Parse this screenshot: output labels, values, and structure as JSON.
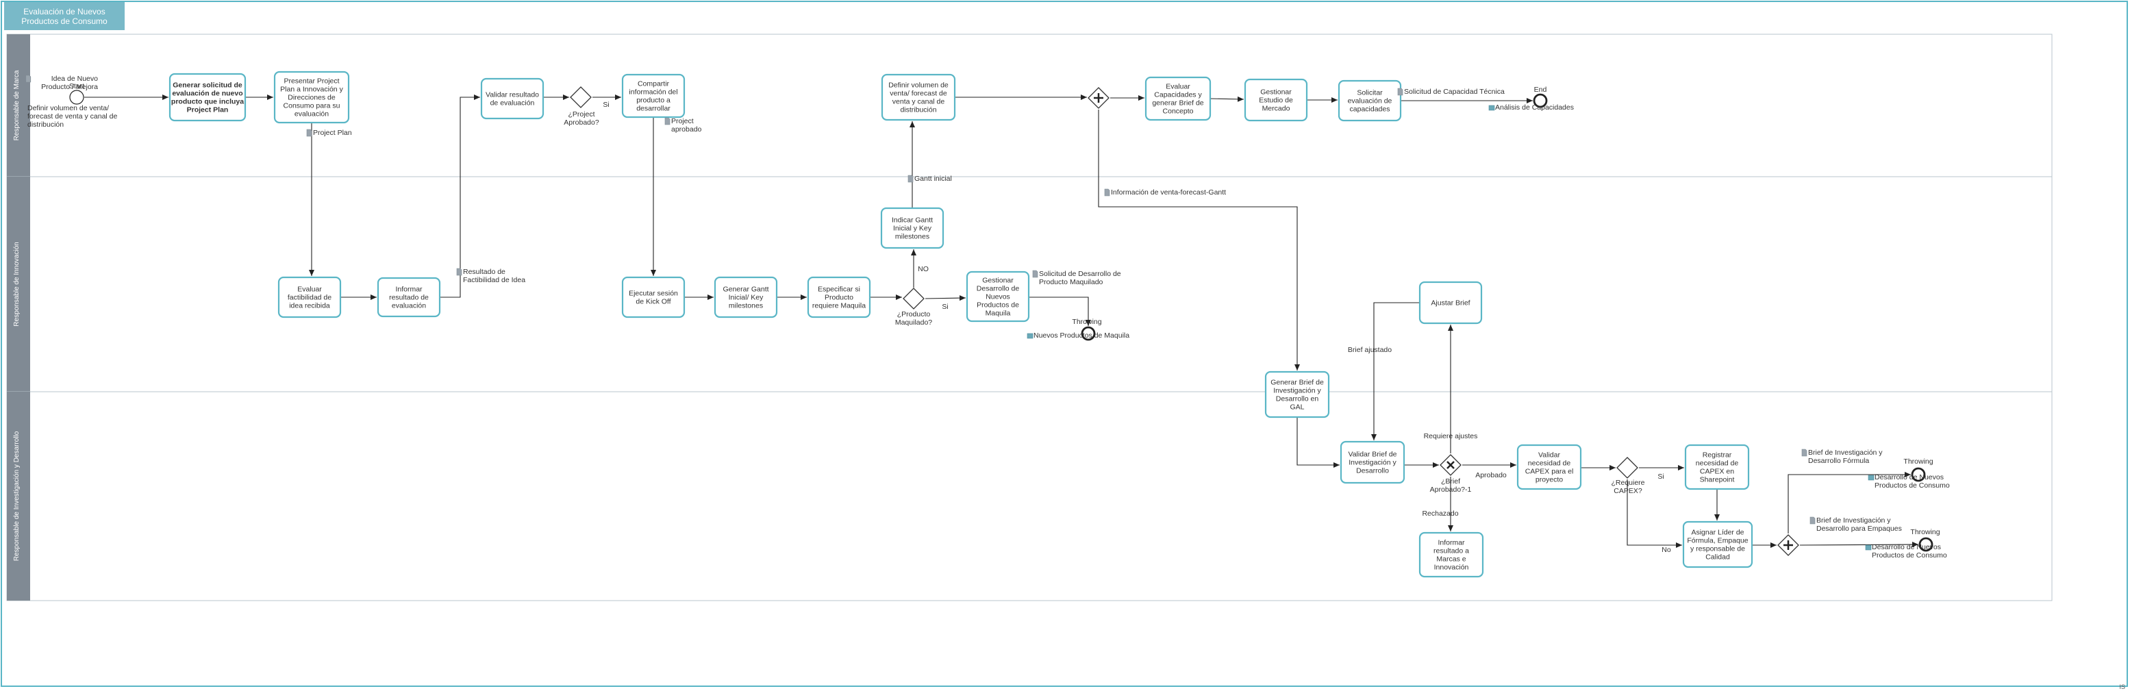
{
  "process": {
    "title": "Evaluación de Nuevos\nProductos de Consumo",
    "corner_label": "IS"
  },
  "colors": {
    "accent": "#5ab6c6",
    "title_bg": "#79b9c8",
    "lane_header": "#808a94",
    "lane_border": "#b8c4cc",
    "frame": "#5ab6c6",
    "text": "#333333",
    "edge": "#222222"
  },
  "lanes": [
    {
      "id": "marca",
      "label": "Responsable de Marca"
    },
    {
      "id": "innovacion",
      "label": "Responsable de Innovación"
    },
    {
      "id": "id",
      "label": "Responsable de Investigación y Desarrollo"
    }
  ],
  "tasks": [
    {
      "id": "t1",
      "label": "Generar solicitud de\nevaluación de nuevo\nproducto que incluya\nProject Plan",
      "bold": true
    },
    {
      "id": "t2",
      "label": "Presentar Project\nPlan a Innovación y\nDirecciones de\nConsumo para su\nevaluación"
    },
    {
      "id": "t3",
      "label": "Validar resultado\nde evaluación"
    },
    {
      "id": "t4",
      "label": "Compartir\ninformación del\nproducto a\ndesarrollar"
    },
    {
      "id": "t5",
      "label": "Definir volumen de\nventa/ forecast de\nventa y canal de\ndistribución"
    },
    {
      "id": "t6",
      "label": "Evaluar\nCapacidades y\ngenerar Brief de\nConcepto"
    },
    {
      "id": "t7",
      "label": "Gestionar\nEstudio de\nMercado"
    },
    {
      "id": "t8",
      "label": "Solicitar\nevaluación de\ncapacidades"
    },
    {
      "id": "t9",
      "label": "Evaluar\nfactibilidad de\nidea recibida"
    },
    {
      "id": "t10",
      "label": "Informar\nresultado de\nevaluación"
    },
    {
      "id": "t11",
      "label": "Ejecutar sesión\nde Kick Off"
    },
    {
      "id": "t12",
      "label": "Generar Gantt\nInicial/ Key\nmilestones"
    },
    {
      "id": "t13",
      "label": "Especificar si\nProducto\nrequiere Maquila"
    },
    {
      "id": "t14",
      "label": "Indicar Gantt\nInicial y Key\nmilestones"
    },
    {
      "id": "t15",
      "label": "Gestionar\nDesarrollo de\nNuevos\nProductos de\nMaquila"
    },
    {
      "id": "t16",
      "label": "Ajustar Brief"
    },
    {
      "id": "t17",
      "label": "Generar Brief de\nInvestigación y\nDesarrollo en\nGAL"
    },
    {
      "id": "t18",
      "label": "Validar Brief de\nInvestigación y\nDesarrollo"
    },
    {
      "id": "t19",
      "label": "Validar\nnecesidad de\nCAPEX para el\nproyecto"
    },
    {
      "id": "t20",
      "label": "Registrar\nnecesidad de\nCAPEX en\nSharepoint"
    },
    {
      "id": "t21",
      "label": "Informar\nresultado a\nMarcas e\nInnovación"
    },
    {
      "id": "t22",
      "label": "Asignar Líder de\nFórmula, Empaque\ny responsable de\nCalidad"
    }
  ],
  "gateways": [
    {
      "id": "g1",
      "type": "exclusive",
      "label": "¿Project\nAprobado?"
    },
    {
      "id": "g2",
      "type": "parallel",
      "label": ""
    },
    {
      "id": "g3",
      "type": "exclusive",
      "label": "¿Producto\nMaquilado?"
    },
    {
      "id": "g4",
      "type": "exclusive-x",
      "label": "¿Brief\nAprobado?-1"
    },
    {
      "id": "g5",
      "type": "exclusive",
      "label": "¿Requiere\nCAPEX?"
    },
    {
      "id": "g6",
      "type": "parallel",
      "label": ""
    }
  ],
  "events": [
    {
      "id": "e1",
      "type": "start",
      "label": "Start"
    },
    {
      "id": "e2",
      "type": "end",
      "label": "End"
    },
    {
      "id": "e3",
      "type": "throw",
      "label": "Throwing"
    },
    {
      "id": "e4",
      "type": "throw",
      "label": "Throwing"
    },
    {
      "id": "e5",
      "type": "throw",
      "label": "Throwing"
    }
  ],
  "artifacts": [
    {
      "id": "a1",
      "icon": "document-icon",
      "label": "Idea de Nuevo\nProducto / Mejora"
    },
    {
      "id": "a2",
      "icon": "document-icon",
      "label": "Project Plan"
    },
    {
      "id": "a3",
      "icon": "document-icon",
      "label": "Project\naprobado"
    },
    {
      "id": "a4",
      "icon": "document-icon",
      "label": "Gantt inicial"
    },
    {
      "id": "a5",
      "icon": "document-icon",
      "label": "Información de venta-forecast-Gantt"
    },
    {
      "id": "a6",
      "icon": "document-icon",
      "label": "Solicitud de Capacidad Técnica"
    },
    {
      "id": "a7",
      "icon": "message-icon",
      "label": "Análisis de Capacidades"
    },
    {
      "id": "a8",
      "icon": "document-icon",
      "label": "Resultado de\nFactibilidad de Idea"
    },
    {
      "id": "a9",
      "icon": "document-icon",
      "label": "Solicitud de Desarrollo de\nProducto Maquilado"
    },
    {
      "id": "a10",
      "icon": "message-icon",
      "label": "Nuevos Productos de Maquila"
    },
    {
      "id": "a11",
      "icon": "document-icon",
      "label": "Brief de Investigación y\nDesarrollo Fórmula"
    },
    {
      "id": "a12",
      "icon": "message-icon",
      "label": "Desarrollo de Nuevos\nProductos de Consumo"
    },
    {
      "id": "a13",
      "icon": "document-icon",
      "label": "Brief de Investigación y\nDesarrollo para Empaques"
    },
    {
      "id": "a14",
      "icon": "message-icon",
      "label": "Desarrollo de Nuevos\nProductos de Consumo"
    }
  ],
  "annotations": [
    {
      "id": "n1",
      "label": "Definir volumen de venta/\nforecast de venta y canal de\ndistribución"
    }
  ],
  "flow_labels": [
    {
      "id": "f1",
      "label": "Si"
    },
    {
      "id": "f2",
      "label": "NO"
    },
    {
      "id": "f3",
      "label": "Si"
    },
    {
      "id": "f4",
      "label": "Brief ajustado"
    },
    {
      "id": "f5",
      "label": "Requiere ajustes"
    },
    {
      "id": "f6",
      "label": "Aprobado"
    },
    {
      "id": "f7",
      "label": "Rechazado"
    },
    {
      "id": "f8",
      "label": "Si"
    },
    {
      "id": "f9",
      "label": "No"
    }
  ]
}
